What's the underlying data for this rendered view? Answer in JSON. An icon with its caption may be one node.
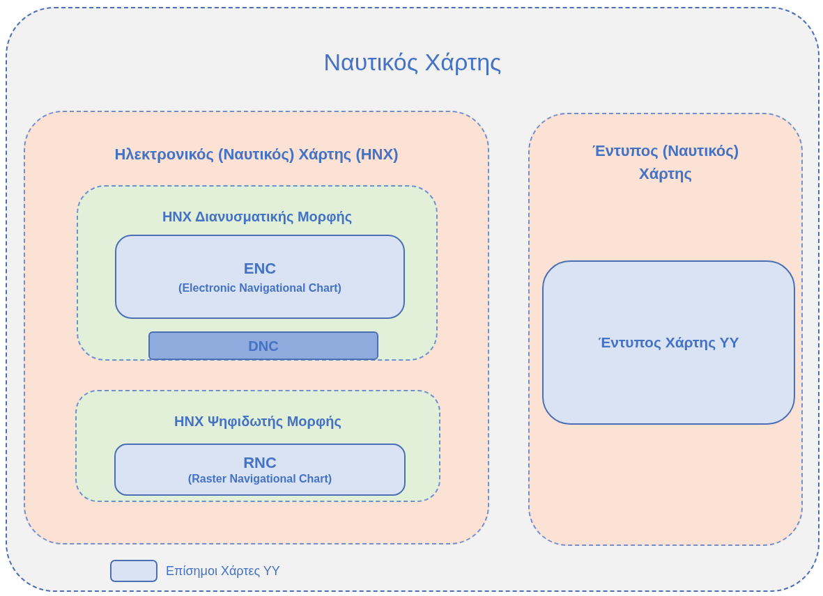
{
  "diagram": {
    "nodes": [
      {
        "text": [
          "Ναυτικός Χάρτης"
        ]
      },
      {
        "text": [
          "Ηλεκτρονικός (Ναυτικός) Χάρτης (ΗΝΧ)"
        ],
        "in": 0
      },
      {
        "text": [
          "ΗΝΧ Διανυσματικής Μορφής"
        ],
        "in": 1
      },
      {
        "text": [
          "ENC",
          "(Electronic Navigational Chart)"
        ],
        "in": 2
      },
      {
        "text": [
          "DNC"
        ],
        "in": 2
      },
      {
        "text": [
          "ΗΝΧ Ψηφιδωτής Μορφής"
        ],
        "in": 1
      },
      {
        "text": [
          "RNC",
          "(Raster Navigational Chart)"
        ],
        "in": 5
      },
      {
        "text": [
          "Έντυπος (Ναυτικός) Χάρτης"
        ],
        "in": 0
      },
      {
        "text": [
          "Έντυπος Χάρτης ΥΥ"
        ],
        "in": 7
      }
    ],
    "legend": [
      {
        "text": "Επίσημοι Χάρτες ΥΥ",
        "color": "#dae3f3"
      }
    ]
  }
}
